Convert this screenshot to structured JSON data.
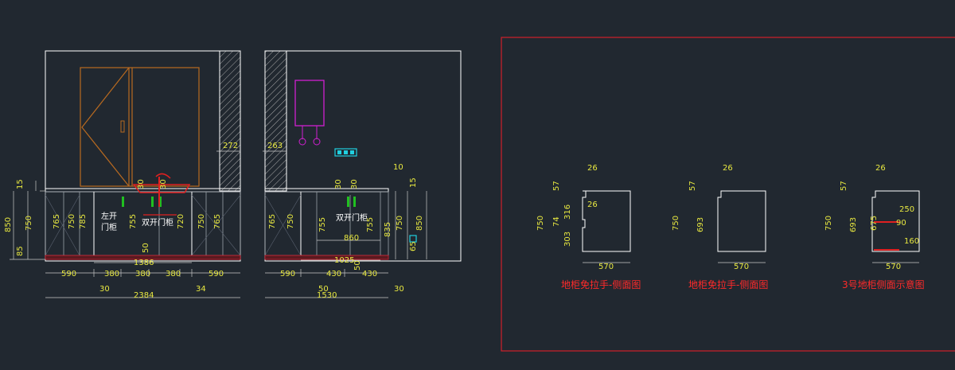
{
  "colors": {
    "background": "#212830",
    "dimension_text": "#e8e840",
    "caption": "#ff2a2a",
    "frame": "#d0202a",
    "wardrobe": "#b86a20",
    "heater": "#d020d0",
    "socket": "#20d0e0",
    "handle": "#20c020",
    "sink": "#e02020"
  },
  "front_elevation": {
    "labels": {
      "left_cabinet": "左开\n门柜",
      "double_cabinet": "双开门柜"
    },
    "dims": {
      "wall_gap": "272",
      "top_gap": "15",
      "height_total": "850",
      "height_body": "750",
      "height_plinth": "85",
      "v765a": "765",
      "v750a": "750",
      "v785": "785",
      "v755a": "755",
      "v720": "720",
      "v750b": "750",
      "v765b": "765",
      "sink_30a": "30",
      "sink_30b": "30",
      "sink_50": "50",
      "span_1386": "1386",
      "w590a": "590",
      "w380a": "380",
      "w380b": "380",
      "w380c": "380",
      "w590b": "590",
      "off30": "30",
      "off34": "34",
      "total": "2384"
    }
  },
  "side_elevation": {
    "labels": {
      "double_cabinet": "双开门柜"
    },
    "dims": {
      "wall_gap": "263",
      "top_10": "10",
      "top_15": "15",
      "v765": "765",
      "v750": "750",
      "v755a": "755",
      "v755b": "755",
      "v835": "835",
      "v750r": "750",
      "v850r": "850",
      "v65": "65",
      "d30a": "30",
      "d30b": "30",
      "span_860": "860",
      "span_1025": "1025",
      "d50a": "50",
      "w590": "590",
      "w430a": "430",
      "w430b": "430",
      "d50b": "50",
      "d30c": "30",
      "total": "1530"
    }
  },
  "section_views": [
    {
      "caption": "地柜免拉手-侧面图",
      "dims": {
        "top": "26",
        "notch": "26",
        "d57": "57",
        "d74": "74",
        "d316": "316",
        "d303": "303",
        "h750": "750",
        "width": "570"
      }
    },
    {
      "caption": "地柜免拉手-侧面图",
      "dims": {
        "top": "26",
        "d57": "57",
        "h750": "750",
        "h693": "693",
        "width": "570"
      }
    },
    {
      "caption": "3号地柜侧面示意图",
      "dims": {
        "top": "26",
        "d57": "57",
        "h750": "750",
        "h693": "693",
        "h675": "675",
        "d250": "250",
        "d90": "90",
        "d160": "160",
        "width": "570"
      }
    }
  ]
}
